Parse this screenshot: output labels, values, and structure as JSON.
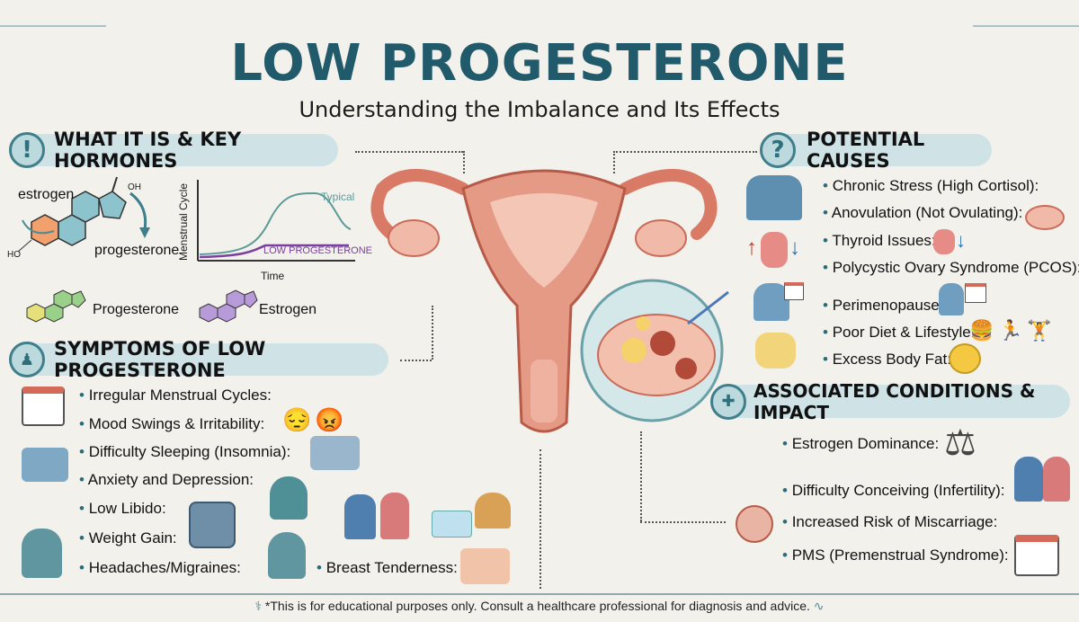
{
  "header": {
    "title": "LOW PROGESTERONE",
    "subtitle": "Understanding the Imbalance and Its Effects"
  },
  "what_it_is": {
    "heading": "WHAT IT IS & KEY HORMONES",
    "icon": "exclamation-icon",
    "molecule_labels": {
      "estrogen": "estrogen",
      "progesterone": "progesterone",
      "ho": "HO",
      "oh": "OH"
    },
    "graph": {
      "ylabel": "Menstrual Cycle",
      "xlabel": "Time",
      "typical": "Typical",
      "low": "LOW PROGESTERONE"
    },
    "hormones": [
      "Progesterone",
      "Estrogen"
    ]
  },
  "symptoms": {
    "heading": "SYMPTOMS OF LOW PROGESTERONE",
    "icon": "person-icon",
    "items": [
      "Irregular Menstrual Cycles:",
      "Mood Swings & Irritability:",
      "Difficulty Sleeping (Insomnia):",
      "Anxiety and Depression:",
      "Low Libido:",
      "Weight Gain:",
      "Headaches/Migraines:",
      "Breast Tenderness:"
    ]
  },
  "causes": {
    "heading": "POTENTIAL CAUSES",
    "icon": "question-icon",
    "items": [
      "Chronic Stress (High Cortisol):",
      "Anovulation (Not Ovulating):",
      "Thyroid Issues:",
      "Polycystic Ovary Syndrome (PCOS):",
      "Perimenopause:",
      "Poor Diet & Lifestyle:",
      "Excess Body Fat:"
    ]
  },
  "conditions": {
    "heading": "ASSOCIATED CONDITIONS & IMPACT",
    "icon": "medical-kit-icon",
    "items": [
      "Estrogen Dominance:",
      "Difficulty Conceiving (Infertility):",
      "Increased Risk of Miscarriage:",
      "PMS (Premenstrual Syndrome):"
    ]
  },
  "footer": {
    "disclaimer": "*This is for educational purposes only. Consult a healthcare professional for diagnosis and advice."
  },
  "colors": {
    "accent": "#215a6a",
    "pill": "#cfe2e5",
    "uterus": "#e59a86",
    "typical_curve": "#5a9a98",
    "low_curve": "#7b3fa0"
  }
}
